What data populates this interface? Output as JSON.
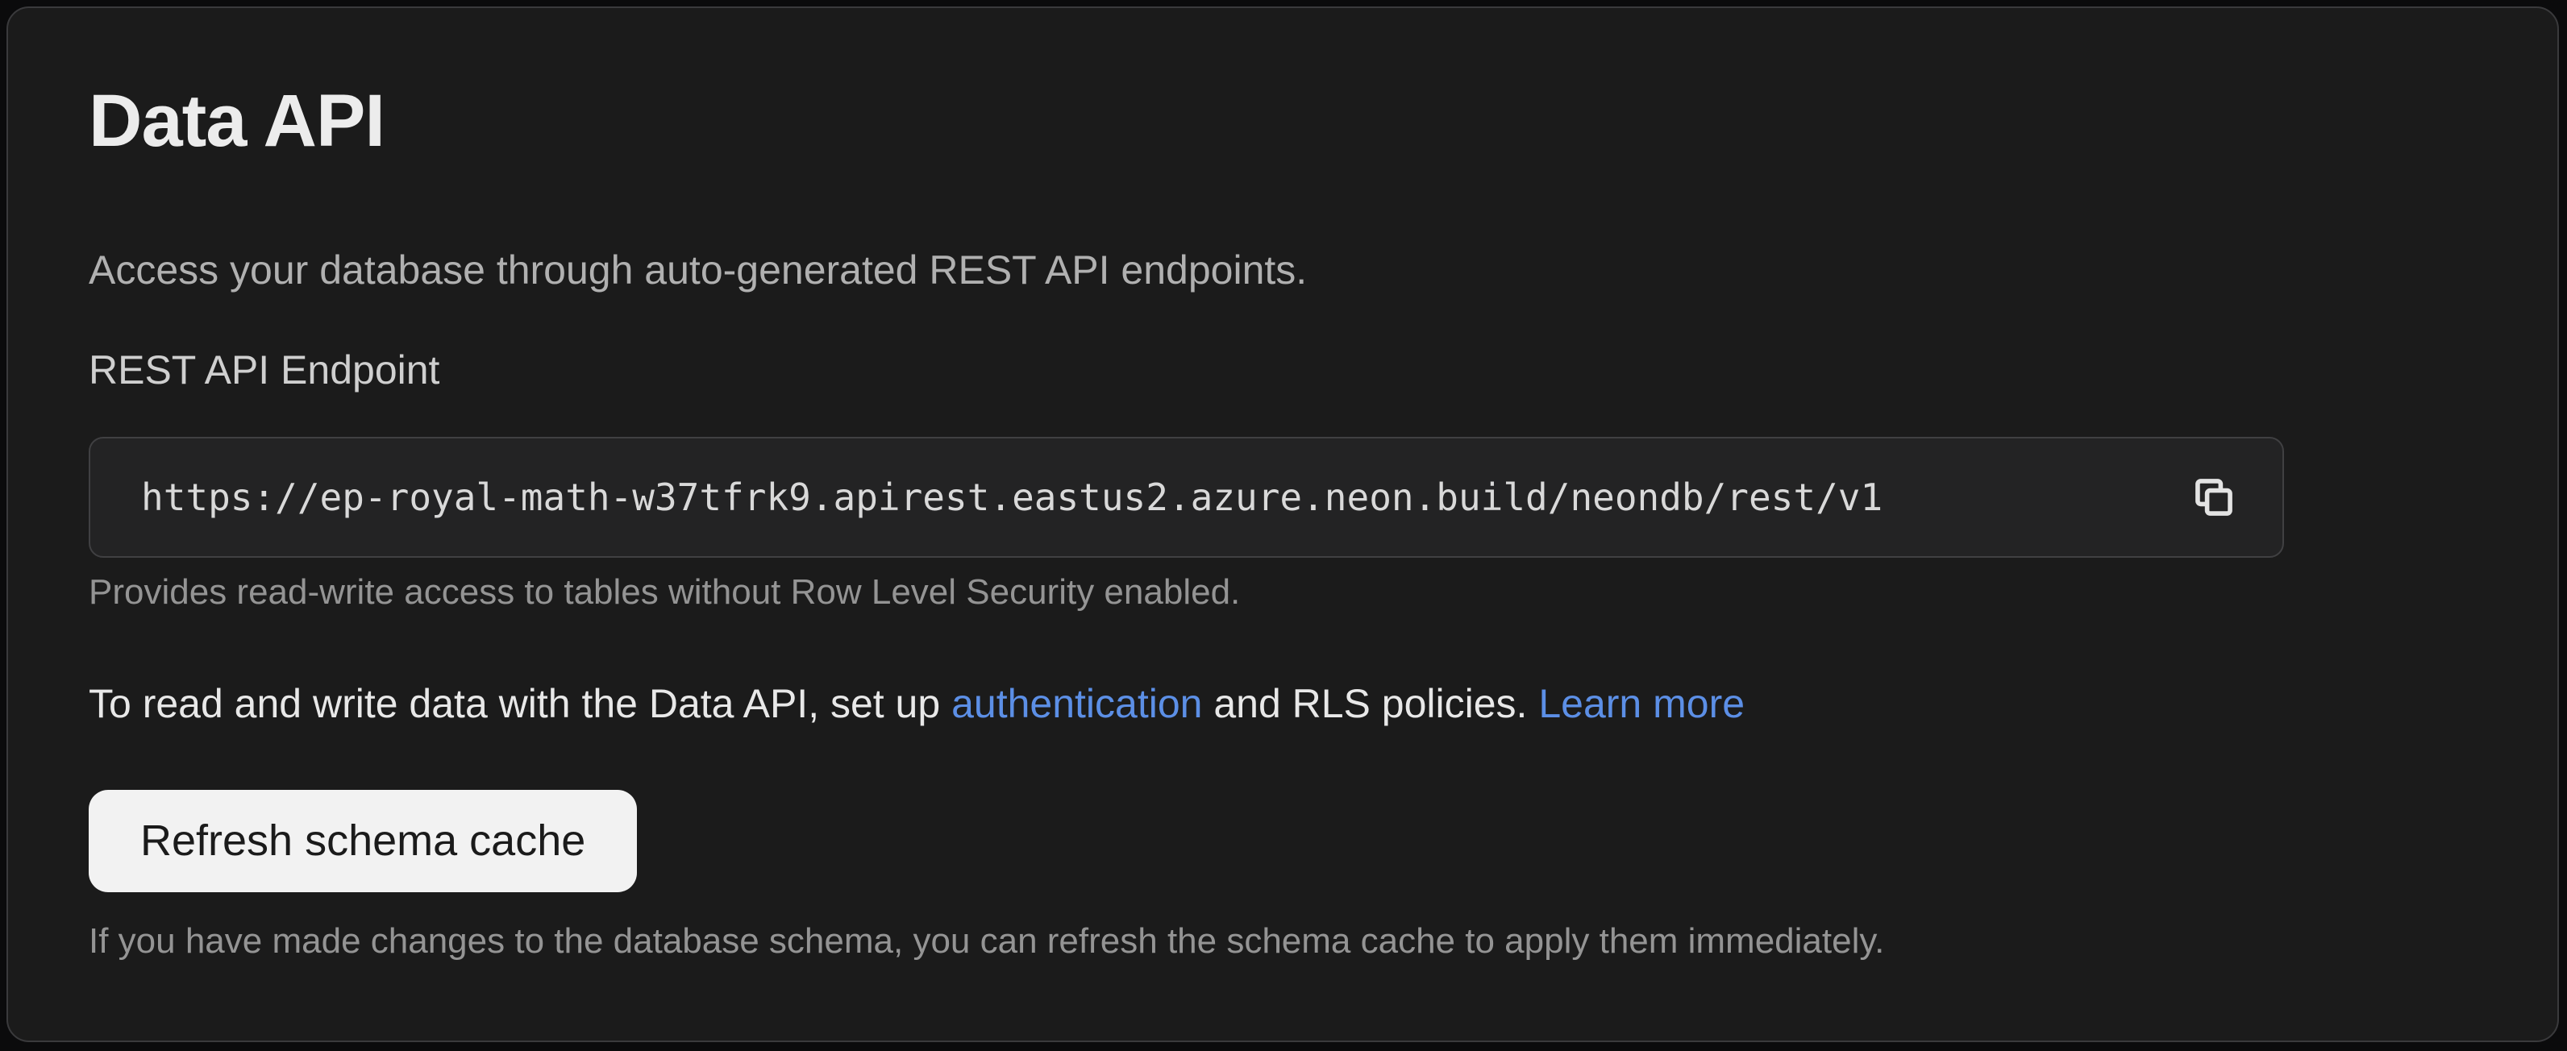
{
  "card": {
    "title": "Data API",
    "description": "Access your database through auto-generated REST API endpoints.",
    "endpoint": {
      "label": "REST API Endpoint",
      "url": "https://ep-royal-math-w37tfrk9.apirest.eastus2.azure.neon.build/neondb/rest/v1",
      "copy_icon": "copy-icon",
      "helper": "Provides read-write access to tables without Row Level Security enabled."
    },
    "auth_note": {
      "prefix": "To read and write data with the Data API, set up ",
      "auth_link": "authentication",
      "middle": " and RLS policies. ",
      "learn_more_link": "Learn more"
    },
    "refresh": {
      "button_label": "Refresh schema cache",
      "helper": "If you have made changes to the database schema, you can refresh the schema cache to apply them immediately."
    },
    "colors": {
      "page_bg": "#0b0b0c",
      "card_bg": "#1b1b1b",
      "card_border": "#3a3a3c",
      "field_bg": "#232324",
      "field_border": "#404042",
      "link_blue": "#5c8fe6",
      "button_bg": "#f2f2f2",
      "button_text": "#1b1b1b",
      "muted_text": "#949494"
    }
  }
}
